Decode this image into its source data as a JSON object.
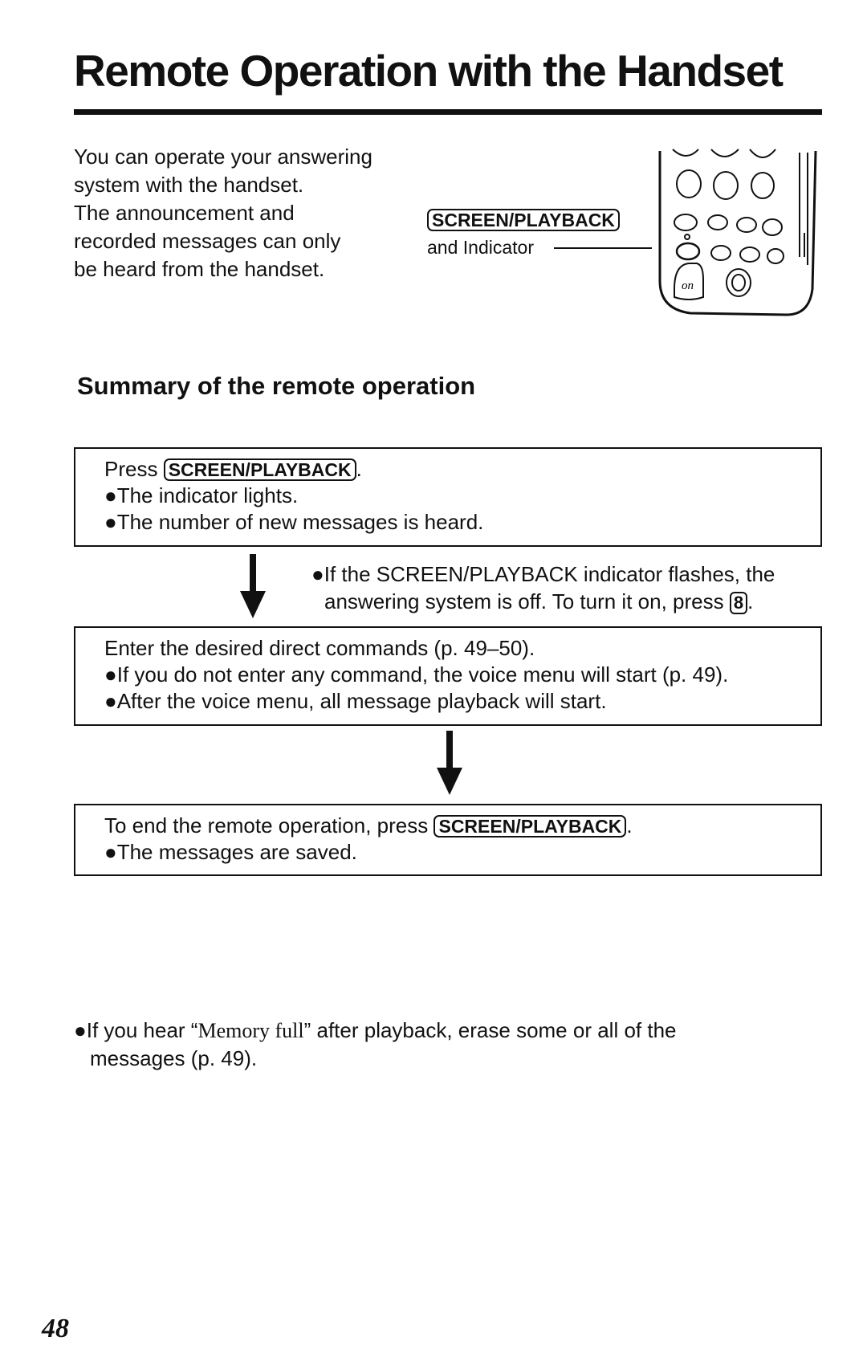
{
  "title": "Remote Operation with the Handset",
  "intro": {
    "lines": [
      "You can operate your answering",
      "system with the handset.",
      "The announcement and",
      "recorded messages can only",
      "be heard from the handset."
    ]
  },
  "callout": {
    "key_label": "SCREEN/PLAYBACK",
    "sub_label": "and Indicator"
  },
  "section_heading": "Summary of the remote operation",
  "step1": {
    "press_prefix": "Press",
    "key_label": "SCREEN/PLAYBACK",
    "suffix": ".",
    "bullets": [
      "The indicator lights.",
      "The number of new messages is heard."
    ]
  },
  "note1": {
    "line1": "If the SCREEN/PLAYBACK indicator flashes, the",
    "line2_prefix": "answering system is off. To turn it on, press",
    "key": "8",
    "line2_suffix": "."
  },
  "step2": {
    "line1": "Enter the desired direct commands (p. 49–50).",
    "bullets": [
      "If you do not enter any command, the voice menu will start (p. 49).",
      "After the voice menu, all message playback will start."
    ]
  },
  "step3": {
    "prefix": "To end the remote operation, press",
    "key_label": "SCREEN/PLAYBACK",
    "suffix": ".",
    "bullets": [
      "The messages are saved."
    ]
  },
  "footer_note": {
    "prefix": "If you hear “",
    "quote": "Memory full",
    "middle": "” after playback, erase some or all of the",
    "line2": "messages (p. 49)."
  },
  "page_number": "48",
  "bullet_char": "●"
}
